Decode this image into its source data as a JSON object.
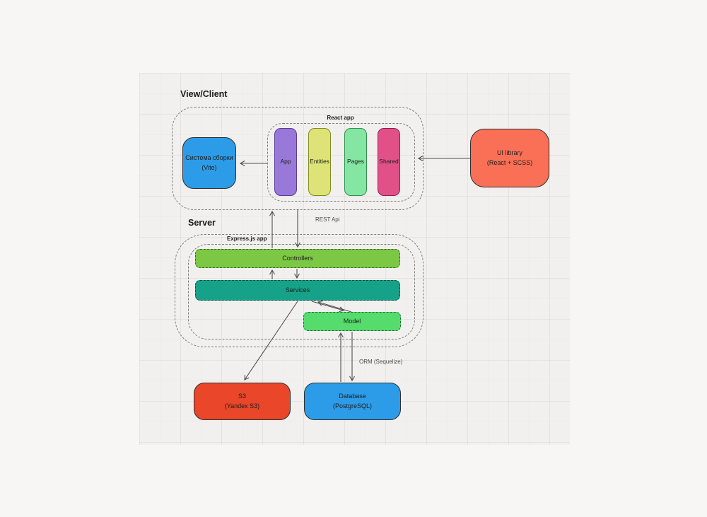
{
  "diagram": {
    "client": {
      "section_label": "View/Client",
      "react_app_label": "React app",
      "build_system_label": "Система сборки\n(Vite)",
      "pills": [
        {
          "label": "App",
          "fill": "#9879D9"
        },
        {
          "label": "Entities",
          "fill": "#DDE376"
        },
        {
          "label": "Pages",
          "fill": "#84E6A2"
        },
        {
          "label": "Shared",
          "fill": "#E15188"
        }
      ]
    },
    "server": {
      "section_label": "Server",
      "express_app_label": "Express.js app",
      "bars": [
        {
          "label": "Controllers",
          "fill": "#7CC845"
        },
        {
          "label": "Services",
          "fill": "#16A288"
        },
        {
          "label": "Model",
          "fill": "#55DC6D"
        }
      ]
    },
    "external": {
      "ui_library_label": "UI library\n(React + SCSS)",
      "s3_label": "S3\n(Yandex S3)",
      "database_label": "Database\n(PostgreSQL)"
    },
    "edge_labels": {
      "rest_api": "REST Api",
      "orm": "ORM (Sequelize)"
    },
    "relations": [
      {
        "from": "React app",
        "to": "Система сборки (Vite)"
      },
      {
        "from": "UI library (React + SCSS)",
        "to": "React app"
      },
      {
        "from": "Controllers",
        "to": "View/Client"
      },
      {
        "from": "View/Client",
        "to": "Controllers",
        "label": "REST Api"
      },
      {
        "from": "Services",
        "to": "Controllers"
      },
      {
        "from": "Controllers",
        "to": "Services"
      },
      {
        "from": "Services",
        "to": "Model"
      },
      {
        "from": "Model",
        "to": "Services"
      },
      {
        "from": "Services",
        "to": "S3 (Yandex S3)"
      },
      {
        "from": "Database (PostgreSQL)",
        "to": "Model"
      },
      {
        "from": "Model",
        "to": "Database (PostgreSQL)",
        "label": "ORM (Sequelize)"
      }
    ],
    "colors": {
      "page_bg": "#f7f6f5",
      "canvas_bg": "#f1f0ee",
      "node_blue": "#2D9CE8",
      "node_salmon": "#F97056",
      "node_red": "#E9462A",
      "pill_purple": "#9879D9",
      "pill_yellow_green": "#DDE376",
      "pill_light_green": "#84E6A2",
      "pill_pink": "#E15188",
      "bar_green": "#7CC845",
      "bar_teal": "#16A288",
      "bar_light_green": "#55DC6D",
      "arrow": "#4f4f4f",
      "text": "#1e1e1e"
    }
  }
}
